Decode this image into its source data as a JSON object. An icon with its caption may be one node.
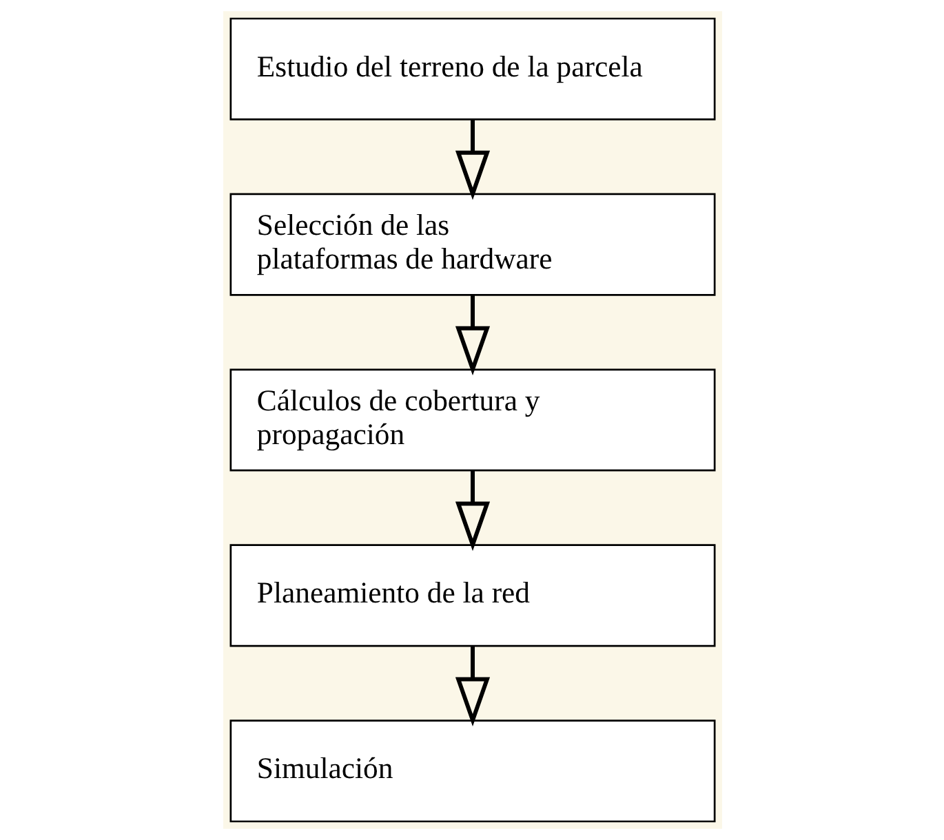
{
  "diagram": {
    "nodes": [
      {
        "text": [
          "Estudio del terreno de la parcela"
        ]
      },
      {
        "text": [
          "Selección de las plataformas de hardware"
        ]
      },
      {
        "text": [
          "Cálculos de cobertura y propagación"
        ]
      },
      {
        "text": [
          "Planeamiento de la red"
        ]
      },
      {
        "text": [
          "Simulación"
        ]
      }
    ],
    "edges": [
      {
        "from": 0,
        "to": 1,
        "arrow": "to"
      },
      {
        "from": 1,
        "to": 2,
        "arrow": "to"
      },
      {
        "from": 2,
        "to": 3,
        "arrow": "to"
      },
      {
        "from": 3,
        "to": 4,
        "arrow": "to"
      }
    ]
  }
}
